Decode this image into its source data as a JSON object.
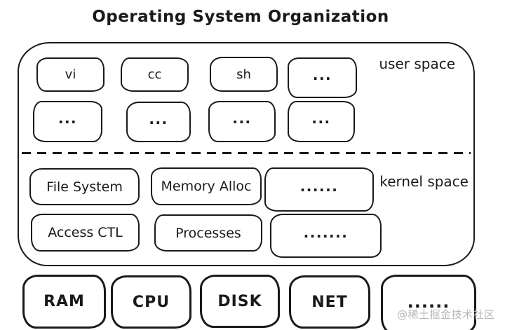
{
  "title": "Operating System Organization",
  "user_space": {
    "label": "user space",
    "row1": [
      "vi",
      "cc",
      "sh",
      "..."
    ],
    "row2": [
      "...",
      "...",
      "...",
      "..."
    ]
  },
  "kernel_space": {
    "label": "kernel space",
    "row1": [
      "File System",
      "Memory Alloc",
      "......"
    ],
    "row2": [
      "Access CTL",
      "Processes",
      "......."
    ]
  },
  "hardware": {
    "boxes": [
      "RAM",
      "CPU",
      "DISK",
      "NET",
      "......"
    ]
  },
  "watermark": "@稀土掘金技术社区",
  "colors": {
    "stroke": "#1a1a1a",
    "background": "#ffffff",
    "watermark": "#b7b7b7"
  }
}
